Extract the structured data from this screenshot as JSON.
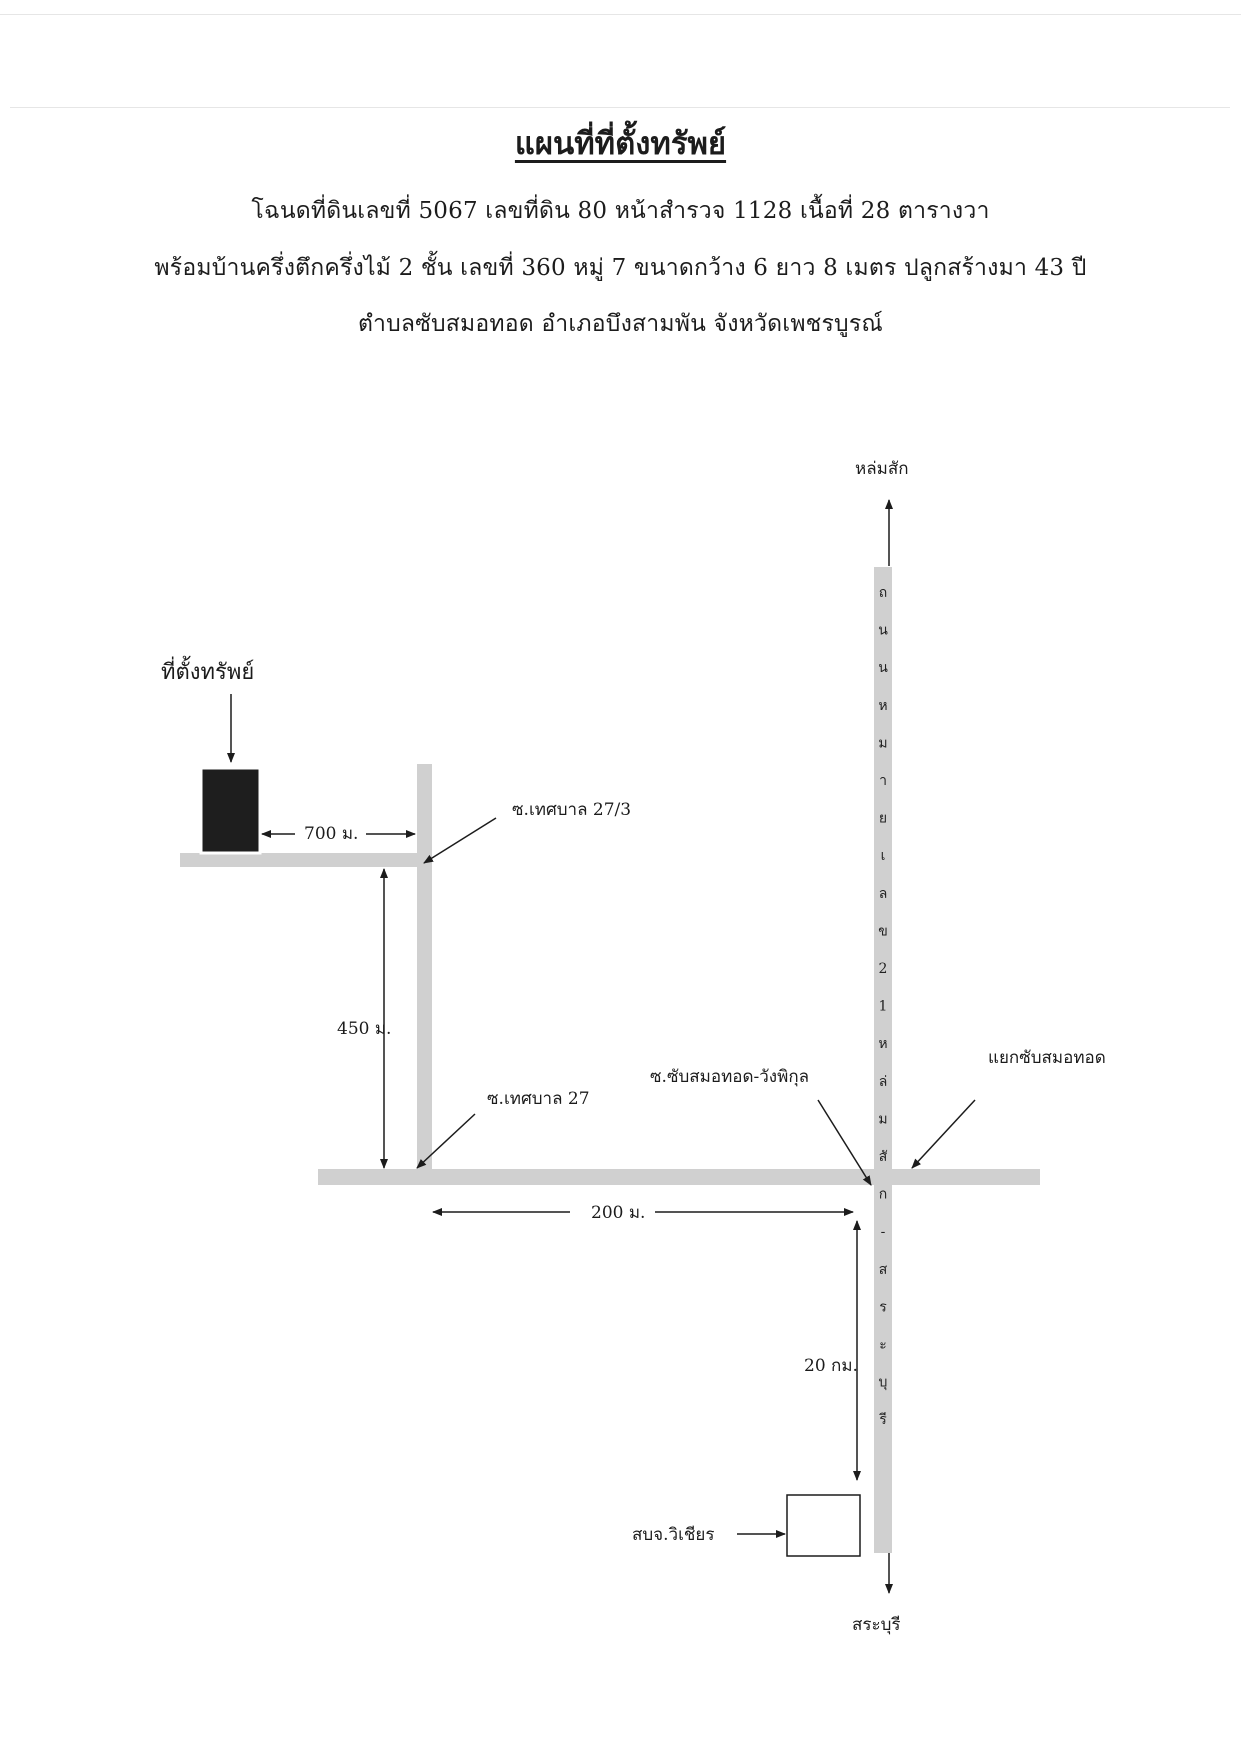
{
  "header": {
    "title": "แผนที่ที่ตั้งทรัพย์",
    "line1": "โฉนดที่ดินเลขที่ 5067   เลขที่ดิน 80   หน้าสำรวจ  1128  เนื้อที่ 28 ตารางวา",
    "line2": "พร้อมบ้านครึ่งตึกครึ่งไม้ 2 ชั้น เลขที่ 360 หมู่ 7  ขนาดกว้าง 6 ยาว 8 เมตร ปลูกสร้างมา 43 ปี",
    "line3": "ตำบลซับสมอทอด   อำเภอบึงสามพัน   จังหวัดเพชรบูรณ์"
  },
  "map": {
    "property_label": "ที่ตั้งทรัพย์",
    "north_label": "หล่มสัก",
    "south_label": "สระบุรี",
    "highway_label_chars": [
      "ถ",
      "น",
      "น",
      "ห",
      "ม",
      "า",
      "ย",
      "เ",
      "ล",
      "ข",
      "2",
      "1",
      "ห",
      "ล่",
      "ม",
      "สั",
      "ก",
      "-",
      "ส",
      "ร",
      "ะ",
      "บุ",
      "รี"
    ],
    "soi_273": "ซ.เทศบาล 27/3",
    "soi_27": "ซ.เทศบาล 27",
    "soi_wangpikul": "ซ.ซับสมอทอด-วังพิกุล",
    "junction": "แยกซับสมอทอด",
    "dist_700": "700 ม.",
    "dist_450": "450 ม.",
    "dist_200": "200 ม.",
    "dist_20km": "20 กม.",
    "police_station": "สบจ.วิเชียร"
  },
  "colors": {
    "road": "#d0d0d0",
    "building": "#1e1e1e",
    "ink": "#1c1c1c"
  }
}
